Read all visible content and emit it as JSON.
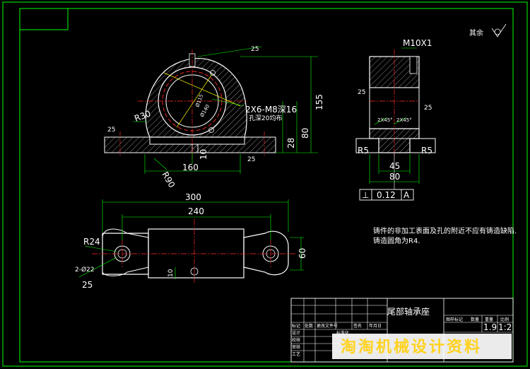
{
  "drawing": {
    "title": "尾部轴承座",
    "roughness_note": "其余",
    "tech_notes": [
      "铸件的非加工表面及孔的附近不应有铸造缺陷.",
      "铸造圆角为R4."
    ]
  },
  "front_view": {
    "dims": {
      "d115": "Ø115",
      "d140": "Ø140",
      "tap": "2X6-M8深16",
      "hole": "孔深20均布",
      "r30": "R30",
      "r90": "R90",
      "w160": "160",
      "h10": "10",
      "h28": "28",
      "h80": "80",
      "h155": "155",
      "ra25a": "25",
      "ra25b": "25",
      "ra25c": "25"
    }
  },
  "side_view": {
    "dims": {
      "thread": "M10X1",
      "ch1": "2X45°",
      "ch2": "2X45°",
      "r5l": "R5",
      "r5r": "R5",
      "w45": "45",
      "w80": "80",
      "tol_symbol": "⊥",
      "tol_value": "0.12",
      "tol_datum": "A",
      "ra_a": "25",
      "ra_b": "25"
    }
  },
  "top_view": {
    "dims": {
      "w300": "300",
      "w240": "240",
      "r24": "R24",
      "holes": "2-Ø22",
      "ra25": "25",
      "h60": "60",
      "h10": "10"
    }
  },
  "title_block": {
    "rev_row": [
      "标记",
      "处数",
      "更改文件号",
      "签名",
      "年月日"
    ],
    "left_rows": [
      "设计",
      "校核",
      "审核",
      "工艺"
    ],
    "std": "标准化",
    "right_header": [
      "图样标记",
      "数量",
      "重量",
      "比例"
    ],
    "weight": "1.9",
    "scale": "1:2"
  },
  "watermark": "淘淘机械设计资料",
  "colors": {
    "outline": "#ffffff",
    "center": "#ff2a2a",
    "dimension": "#00ff00",
    "hatch": "#c8c8c8"
  }
}
